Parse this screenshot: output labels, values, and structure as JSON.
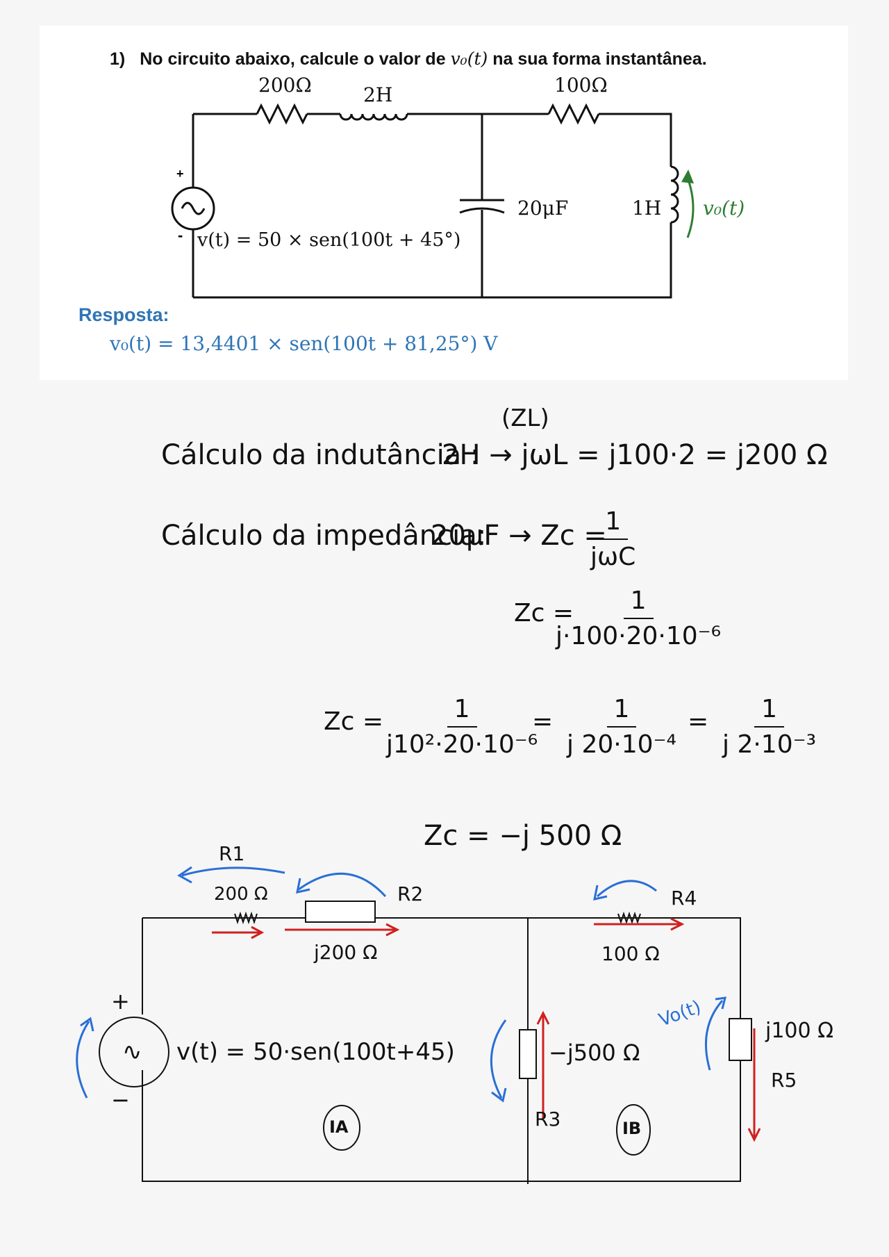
{
  "question": {
    "number": "1)",
    "text_before": "No circuito abaixo, calcule o valor de",
    "math": "v₀(t)",
    "text_after": "na sua forma instantânea."
  },
  "circuit": {
    "r1": "200Ω",
    "l1": "2H",
    "r2": "100Ω",
    "c": "20μF",
    "l2": "1H",
    "vout": "v₀(t)",
    "source": "v(t) = 50 × sen(100t + 45°)",
    "plus": "+",
    "minus": "-"
  },
  "answer": {
    "heading": "Resposta:",
    "value": "v₀(t) = 13,4401 × sen(100t + 81,25°) V"
  },
  "notes": {
    "zl_tag": "(ZL)",
    "ind_label": "Cálculo da indutância :",
    "ind_calc": "2H → jωL = j100·2 = j200 Ω",
    "imp_label": "Cálculo da impedância:",
    "imp_pre": "20μF → Zc =",
    "f1_num": "1",
    "f1_den": "jωC",
    "f2_lhs": "Zc =",
    "f2_num": "1",
    "f2_den": "j·100·20·10⁻⁶",
    "f3_lhs": "Zc =",
    "f3_a_num": "1",
    "f3_a_den": "j10²·20·10⁻⁶",
    "f3_eq1": "=",
    "f3_b_num": "1",
    "f3_b_den": "j 20·10⁻⁴",
    "f3_eq2": "=",
    "f3_c_num": "1",
    "f3_c_den": "j 2·10⁻³",
    "zc_result": "Zc  =  −j 500 Ω"
  },
  "sketch": {
    "r1_tag": "R1",
    "r1_val": "200 Ω",
    "r2_tag": "R2",
    "l_val": "j200 Ω",
    "r4_tag": "R4",
    "r4_val": "100 Ω",
    "plus": "+",
    "minus": "−",
    "source_sym": "∿",
    "source_eq": "v(t) = 50·sen(100t+45)",
    "c_val": "−j500 Ω",
    "r3_tag": "R3",
    "vo_label": "Vo(t)",
    "l2_val": "j100 Ω",
    "r5_tag": "R5",
    "mesh_a": "IA",
    "mesh_b": "IB"
  },
  "colors": {
    "blue": "#2a6fd6",
    "red": "#d02020",
    "green": "#2e7d32",
    "heading": "#2e75b6"
  }
}
